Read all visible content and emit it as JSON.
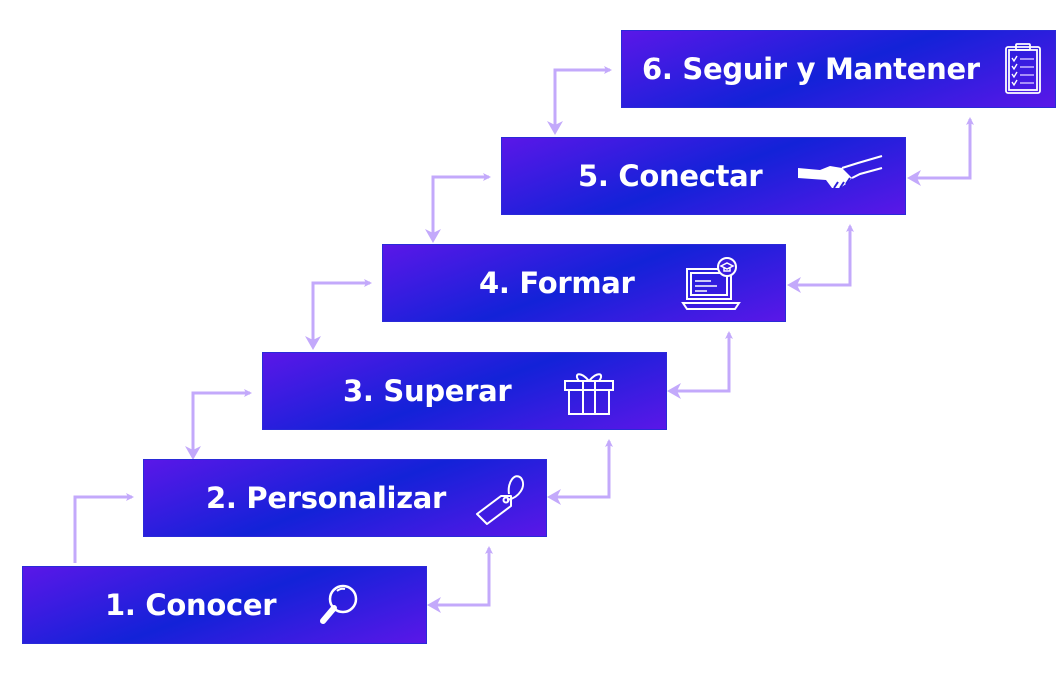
{
  "steps": [
    {
      "label": "1. Conocer",
      "icon": "magnifier-icon"
    },
    {
      "label": "2. Personalizar",
      "icon": "tag-icon"
    },
    {
      "label": "3. Superar",
      "icon": "gift-icon"
    },
    {
      "label": "4. Formar",
      "icon": "laptop-graduation-icon"
    },
    {
      "label": "5. Conectar",
      "icon": "handshake-icon"
    },
    {
      "label": "6. Seguir y Mantener",
      "icon": "clipboard-checklist-icon"
    }
  ],
  "colors": {
    "arrow": "#c3a9fb",
    "box_edge": "#5a17e8",
    "box_center": "#1322d8",
    "text": "#ffffff"
  }
}
